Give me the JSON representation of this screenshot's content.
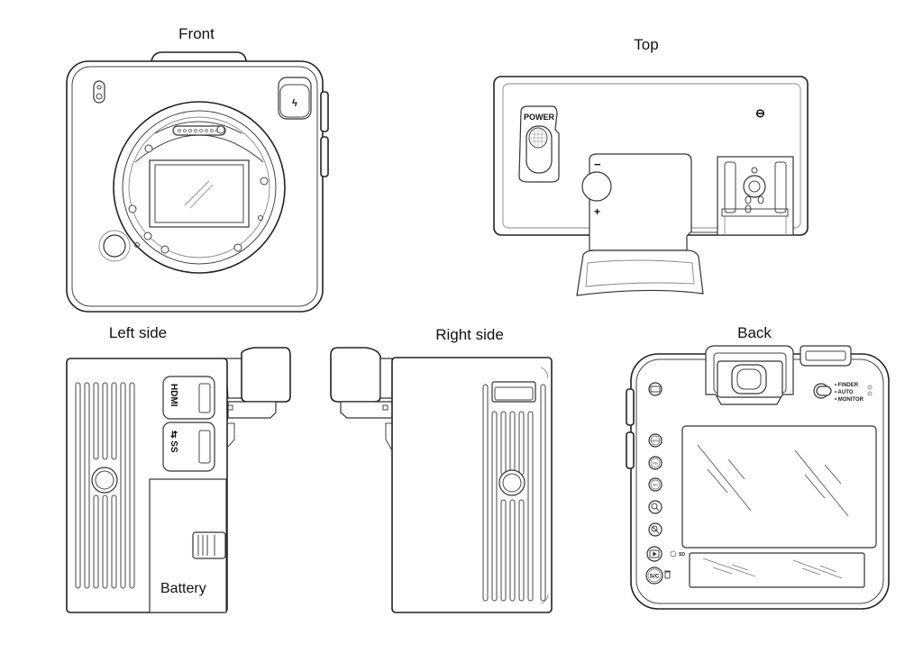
{
  "diagram": {
    "subject": "Camera body orthographic views",
    "views": [
      {
        "id": "front",
        "label": "Front"
      },
      {
        "id": "top",
        "label": "Top"
      },
      {
        "id": "left",
        "label": "Left side"
      },
      {
        "id": "right",
        "label": "Right side"
      },
      {
        "id": "back",
        "label": "Back"
      }
    ],
    "front": {
      "icons": [
        "af-assist-lamp-icon",
        "flash-sync-button-icon",
        "lens-mount-icon",
        "sensor-icon",
        "lens-release-button-icon"
      ],
      "flash_button_glyph": "ϟ"
    },
    "top": {
      "power_label": "POWER",
      "dial_minus": "−",
      "dial_plus": "+",
      "focal_plane_mark": "⊖",
      "icons": [
        "power-switch-icon",
        "exposure-dial-icon",
        "hot-shoe-icon",
        "focal-plane-mark-icon",
        "eyecup-icon"
      ]
    },
    "left": {
      "ports": [
        {
          "id": "hdmi",
          "label": "HDMI"
        },
        {
          "id": "usb",
          "label": "SS"
        }
      ],
      "battery_label": "Battery"
    },
    "right": {
      "icons": [
        "grip-vents-icon",
        "tripod-socket-icon",
        "strap-lug-icon"
      ]
    },
    "back": {
      "viewfinder_modes": [
        "• FINDER",
        "• AUTO",
        "• MONITOR"
      ],
      "buttons": [
        {
          "id": "display",
          "label": "▭"
        },
        {
          "id": "menu",
          "label": "MENU"
        },
        {
          "id": "info",
          "label": "Info"
        },
        {
          "id": "iso",
          "label": "ISO"
        },
        {
          "id": "zoom-in",
          "label": "⊕"
        },
        {
          "id": "zoom-out",
          "label": "⊖"
        },
        {
          "id": "play",
          "label": "▶"
        },
        {
          "id": "sc",
          "label": "S/C"
        }
      ],
      "sd_label": "SD",
      "trash_glyph": "🗑"
    }
  }
}
